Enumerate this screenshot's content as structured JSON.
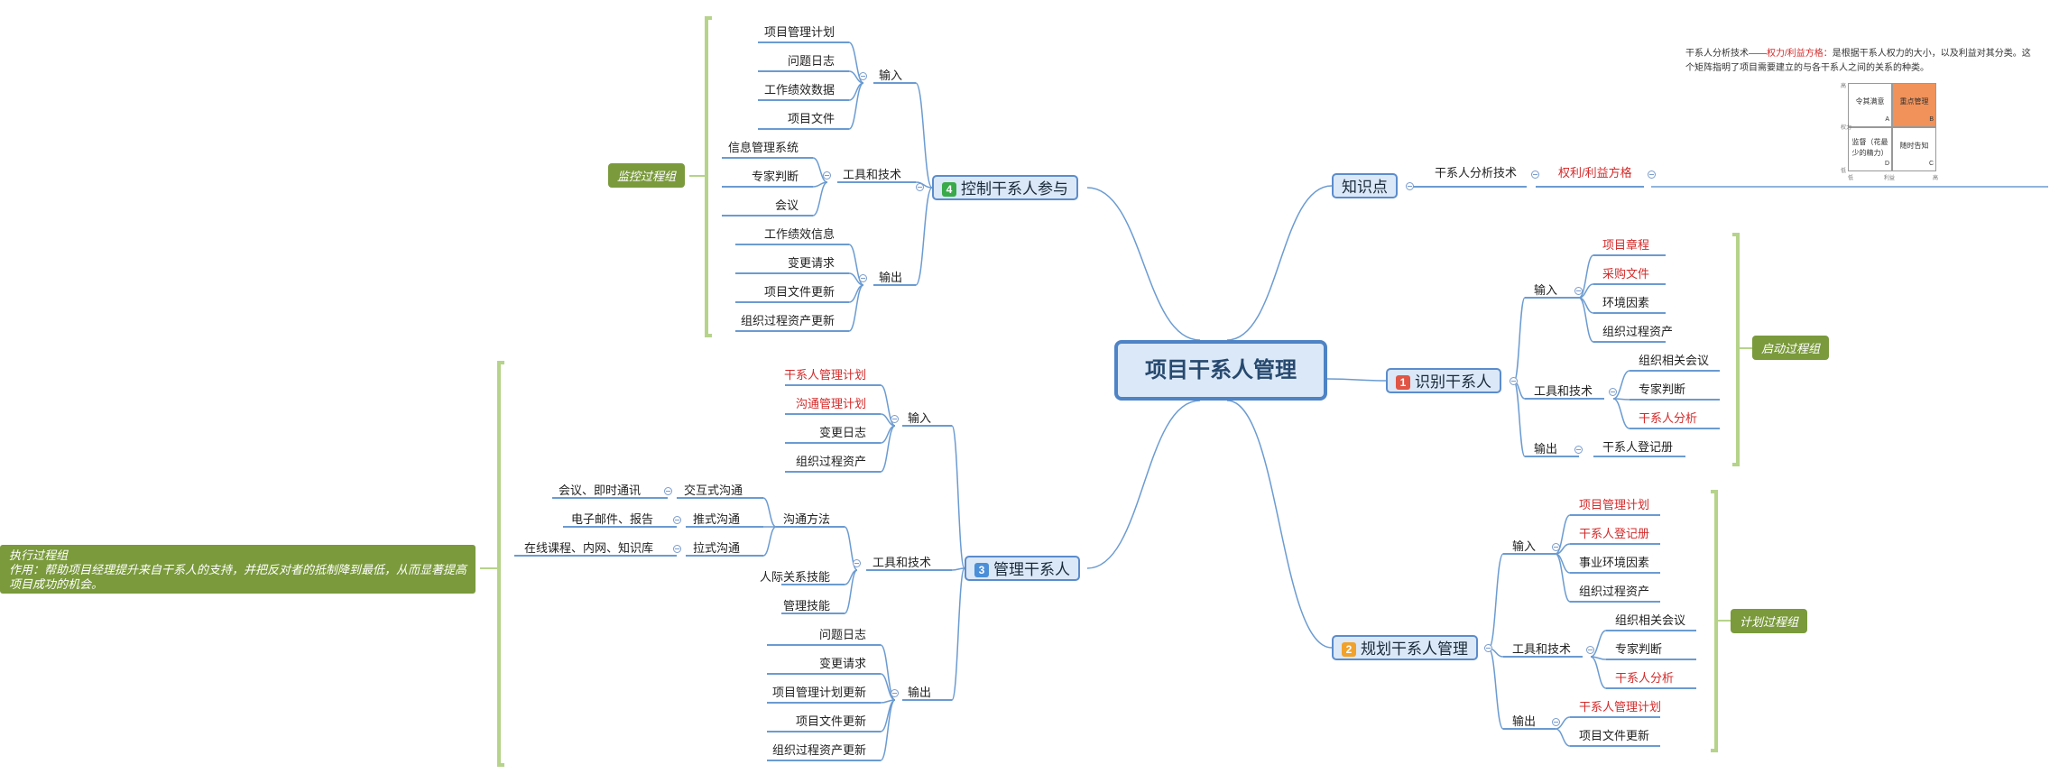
{
  "root": {
    "title": "项目干系人管理"
  },
  "branches": {
    "knowledge": {
      "label": "知识点"
    },
    "identify": {
      "num": "1",
      "label": "识别干系人"
    },
    "plan": {
      "num": "2",
      "label": "规划干系人管理"
    },
    "manage": {
      "num": "3",
      "label": "管理干系人"
    },
    "control": {
      "num": "4",
      "label": "控制干系人参与"
    }
  },
  "categories": {
    "input": "输入",
    "tools": "工具和技术",
    "output": "输出",
    "stakeholder_analysis": "干系人分析技术",
    "power_interest": "权利/利益方格",
    "comm_methods": "沟通方法",
    "interactive": "交互式沟通",
    "push": "推式沟通",
    "pull": "拉式沟通"
  },
  "leaves": {
    "identify_in": [
      "项目章程",
      "采购文件",
      "环境因素",
      "组织过程资产"
    ],
    "identify_tools": [
      "组织相关会议",
      "专家判断",
      "干系人分析"
    ],
    "identify_out": [
      "干系人登记册"
    ],
    "plan_in": [
      "项目管理计划",
      "干系人登记册",
      "事业环境因素",
      "组织过程资产"
    ],
    "plan_tools": [
      "组织相关会议",
      "专家判断",
      "干系人分析"
    ],
    "plan_out": [
      "干系人管理计划",
      "项目文件更新"
    ],
    "manage_in": [
      "干系人管理计划",
      "沟通管理计划",
      "变更日志",
      "组织过程资产"
    ],
    "manage_methods": [
      "会议、即时通讯",
      "电子邮件、报告",
      "在线课程、内网、知识库"
    ],
    "manage_tools_other": [
      "人际关系技能",
      "管理技能"
    ],
    "manage_out": [
      "问题日志",
      "变更请求",
      "项目管理计划更新",
      "项目文件更新",
      "组织过程资产更新"
    ],
    "control_in": [
      "项目管理计划",
      "问题日志",
      "工作绩效数据",
      "项目文件"
    ],
    "control_tools": [
      "信息管理系统",
      "专家判断",
      "会议"
    ],
    "control_out": [
      "工作绩效信息",
      "变更请求",
      "项目文件更新",
      "组织过程资产更新"
    ]
  },
  "tags": {
    "initiating": "启动过程组",
    "planning": "计划过程组",
    "monitoring": "监控过程组"
  },
  "callout": {
    "line1": "执行过程组",
    "line2": "作用：帮助项目经理提升来自干系人的支持，并把反对者的抵制降到最低，从而显著提高项目成功的机会。"
  },
  "note": {
    "prefix": "干系人分析技术——",
    "highlight": "权力/利益方格：",
    "body": "是根据干系人权力的大小，以及利益对其分类。这个矩阵指明了项目需要建立的与各干系人之间的关系的种类。",
    "cells": [
      {
        "text": "令其满意",
        "letter": "A"
      },
      {
        "text": "重点管理",
        "letter": "B"
      },
      {
        "text": "监督（花最少的精力）",
        "letter": "D"
      },
      {
        "text": "随时告知",
        "letter": "C"
      }
    ],
    "y_axis": "权力",
    "x_axis": "利益",
    "y_high": "高",
    "y_low": "低",
    "x_low": "低",
    "x_high": "高"
  },
  "colors": {
    "line": "#6b9bd1",
    "branch_fill": "#dbe8f7",
    "branch_border": "#5b8ccc",
    "red_text": "#d42a2a",
    "tag_green": "#7a9a3c",
    "bracket": "#b6d38a",
    "badge_1": "#e05545",
    "badge_2": "#f0a22c",
    "badge_3": "#4a8fd8",
    "badge_4": "#3aaa4a",
    "matrix_orange": "#f0925a",
    "matrix_dark": "#c48a50"
  }
}
